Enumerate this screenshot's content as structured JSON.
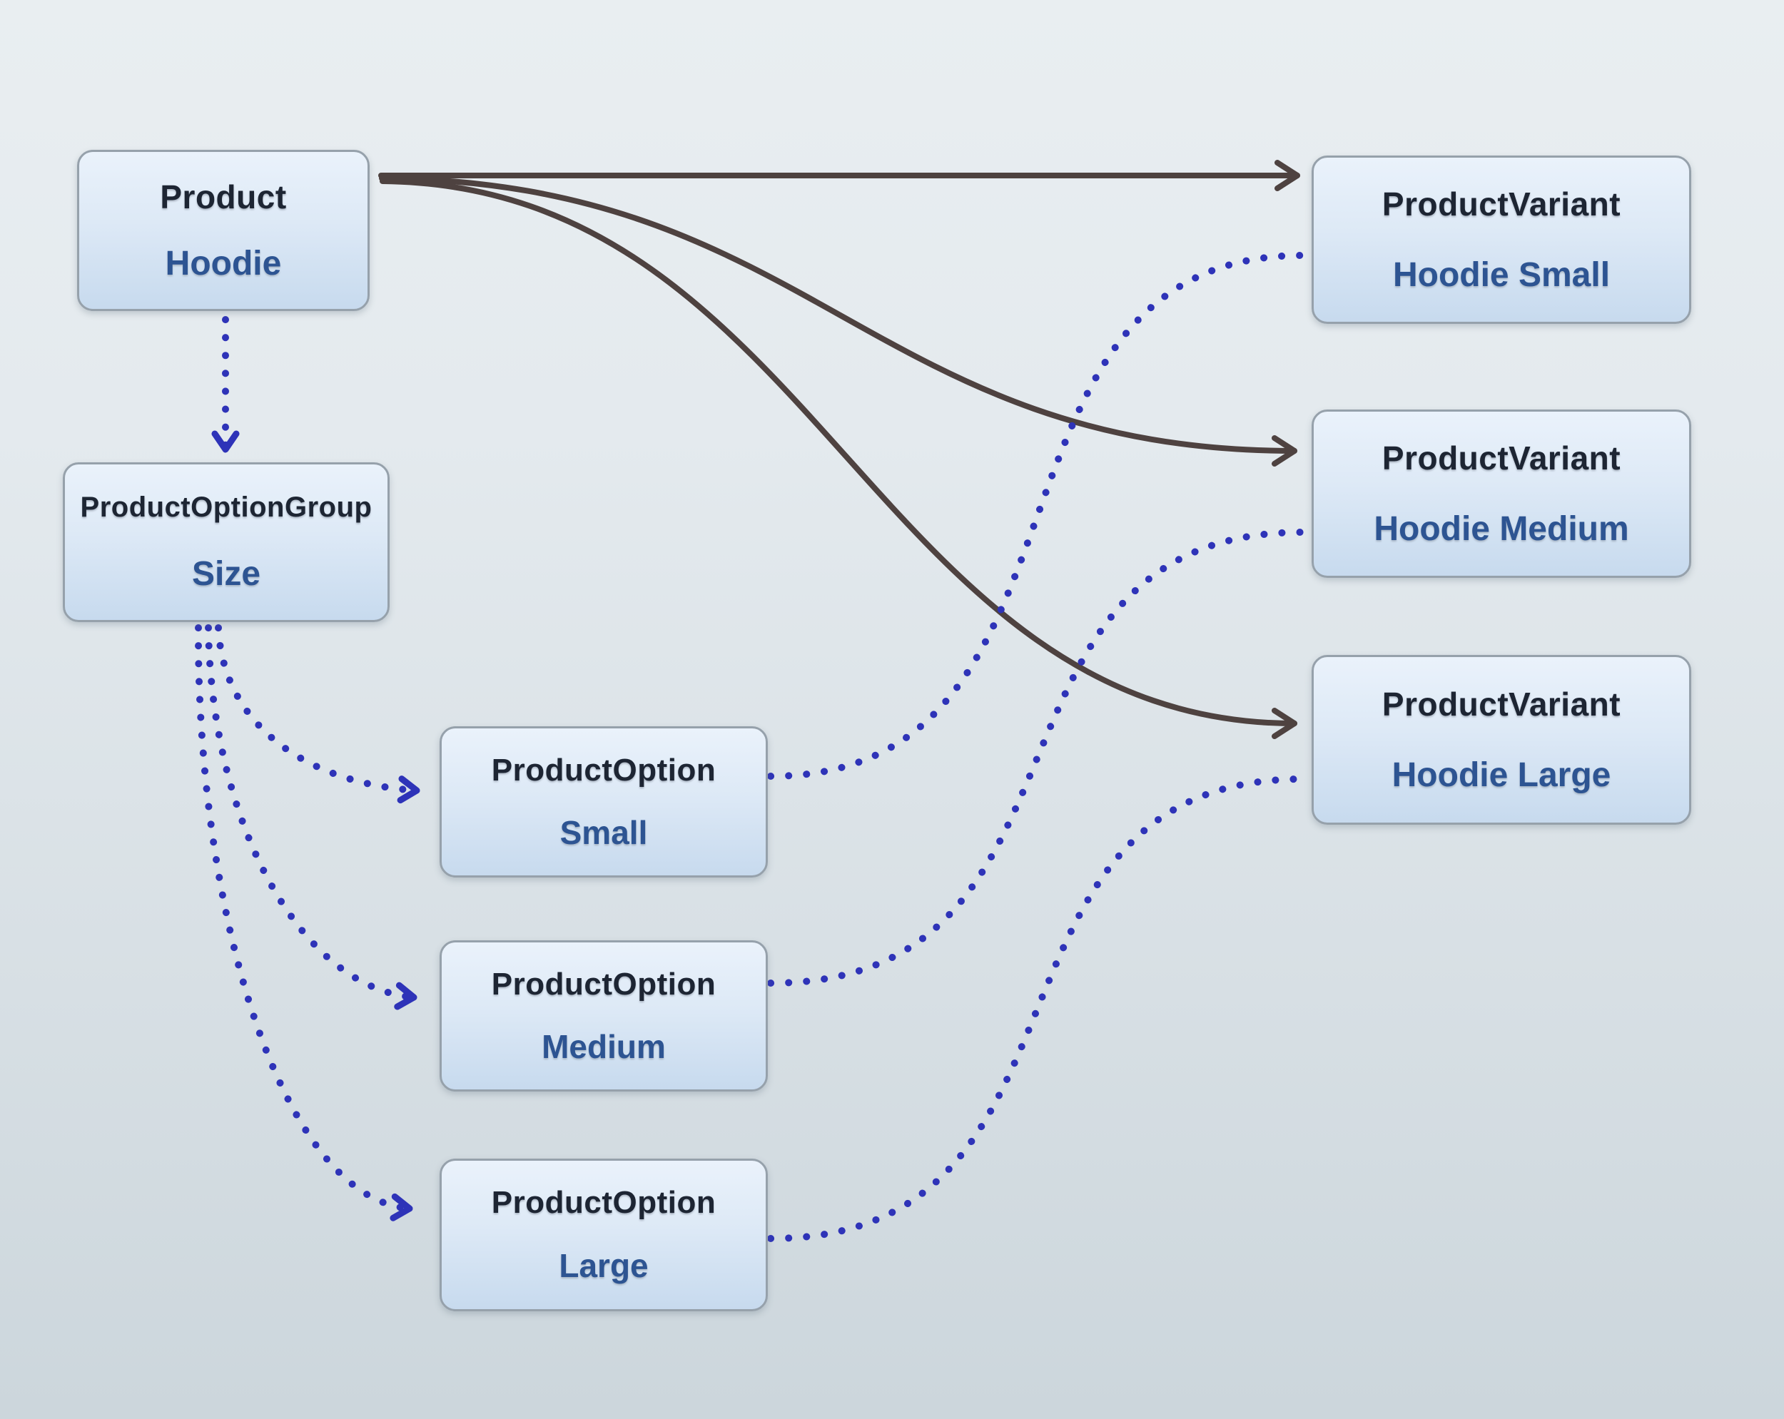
{
  "diagram": {
    "nodes": {
      "product": {
        "type": "Product",
        "value": "Hoodie"
      },
      "option_group": {
        "type": "ProductOptionGroup",
        "value": "Size"
      },
      "option_small": {
        "type": "ProductOption",
        "value": "Small"
      },
      "option_medium": {
        "type": "ProductOption",
        "value": "Medium"
      },
      "option_large": {
        "type": "ProductOption",
        "value": "Large"
      },
      "variant_small": {
        "type": "ProductVariant",
        "value": "Hoodie Small"
      },
      "variant_medium": {
        "type": "ProductVariant",
        "value": "Hoodie Medium"
      },
      "variant_large": {
        "type": "ProductVariant",
        "value": "Hoodie Large"
      }
    },
    "edges": [
      {
        "from": "product",
        "to": "variant_small",
        "style": "solid-arrow"
      },
      {
        "from": "product",
        "to": "variant_medium",
        "style": "solid-arrow"
      },
      {
        "from": "product",
        "to": "variant_large",
        "style": "solid-arrow"
      },
      {
        "from": "product",
        "to": "option_group",
        "style": "dotted-arrow"
      },
      {
        "from": "option_group",
        "to": "option_small",
        "style": "dotted-arrow"
      },
      {
        "from": "option_group",
        "to": "option_medium",
        "style": "dotted-arrow"
      },
      {
        "from": "option_group",
        "to": "option_large",
        "style": "dotted-arrow"
      },
      {
        "from": "option_small",
        "to": "variant_small",
        "style": "dotted"
      },
      {
        "from": "option_medium",
        "to": "variant_medium",
        "style": "dotted"
      },
      {
        "from": "option_large",
        "to": "variant_large",
        "style": "dotted"
      }
    ],
    "colors": {
      "solid_edge": "#4e4240",
      "dotted_edge": "#2e33b8",
      "node_title": "#1d2533",
      "node_value": "#2d5492",
      "node_border": "#96a1ab",
      "node_fill_top": "#eaf2fb",
      "node_fill_bottom": "#c7daee",
      "background_top": "#e9eef1",
      "background_bottom": "#ccd6dc"
    }
  }
}
